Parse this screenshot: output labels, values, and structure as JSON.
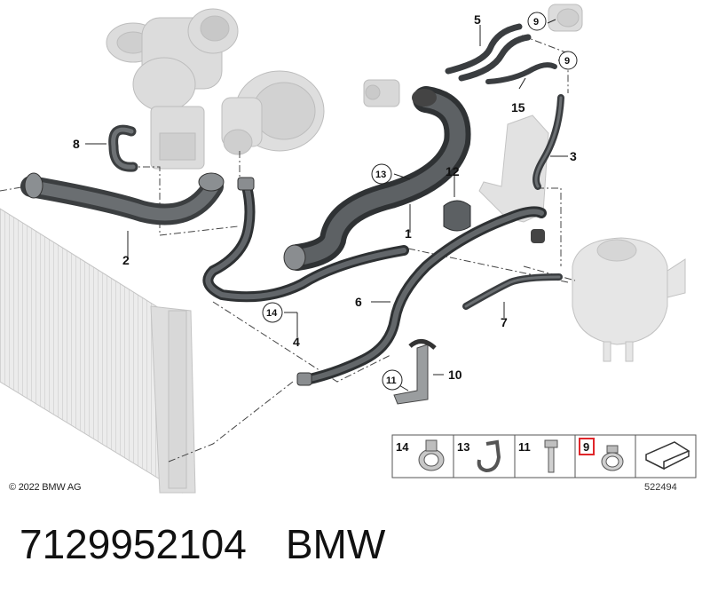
{
  "copyright": "© 2022 BMW AG",
  "drawing_number": "522494",
  "part_number": "7129952104",
  "brand": "BMW",
  "callouts": {
    "c1": "1",
    "c2": "2",
    "c3": "3",
    "c4": "4",
    "c5": "5",
    "c6": "6",
    "c7": "7",
    "c8": "8",
    "c10": "10",
    "c12": "12",
    "c15": "15",
    "r9a": "9",
    "r9b": "9",
    "r11": "11",
    "r13": "13",
    "r14": "14"
  },
  "legend": {
    "cells": [
      {
        "num": "14",
        "icon": "hose-clamp-icon"
      },
      {
        "num": "13",
        "icon": "spring-clip-icon"
      },
      {
        "num": "11",
        "icon": "bolt-icon"
      },
      {
        "num": "9",
        "icon": "band-clamp-icon",
        "highlighted": true
      },
      {
        "num": "",
        "icon": "arrow-icon"
      }
    ]
  },
  "colors": {
    "hose": "#55595c",
    "ghost": "#d6d6d6",
    "highlight": "#e0262a"
  }
}
